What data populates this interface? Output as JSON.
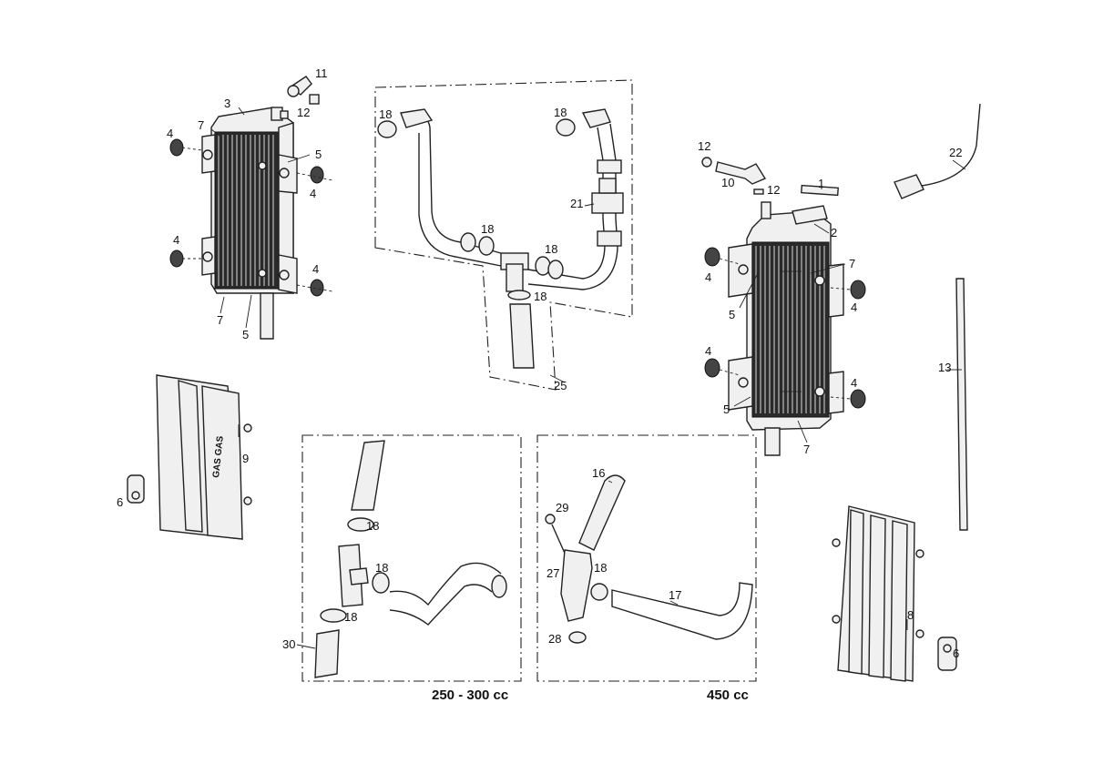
{
  "labels": {
    "n1": "1",
    "n2": "2",
    "n3": "3",
    "n4a": "4",
    "n4b": "4",
    "n4c": "4",
    "n4d": "4",
    "n4e": "4",
    "n4f": "4",
    "n4g": "4",
    "n4h": "4",
    "n5a": "5",
    "n5b": "5",
    "n5c": "5",
    "n5d": "5",
    "n6a": "6",
    "n6b": "6",
    "n7a": "7",
    "n7b": "7",
    "n7c": "7",
    "n7d": "7",
    "n8": "8",
    "n9": "9",
    "n10": "10",
    "n11": "11",
    "n12a": "12",
    "n12b": "12",
    "n12c": "12",
    "n13": "13",
    "n16": "16",
    "n17": "17",
    "n18a": "18",
    "n18b": "18",
    "n18c": "18",
    "n18d": "18",
    "n18e": "18",
    "n18f": "18",
    "n18g": "18",
    "n18h": "18",
    "n18i": "18",
    "n21": "21",
    "n22": "22",
    "n25": "25",
    "n27": "27",
    "n28": "28",
    "n29": "29",
    "n30": "30"
  },
  "groups": {
    "box_250_300": "250 - 300 cc",
    "box_450": "450 cc"
  }
}
